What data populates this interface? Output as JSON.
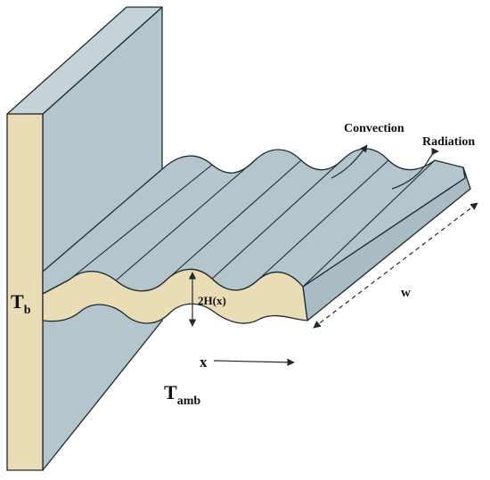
{
  "labels": {
    "base_temperature": {
      "main": "T",
      "subscript": "b"
    },
    "ambient_temperature": {
      "main": "T",
      "subscript": "amb"
    },
    "thickness": "2H(x)",
    "axis_x": "x",
    "width": "w",
    "convection": "Convection",
    "radiation": "Radiation"
  },
  "colors": {
    "steel_face": "#b4c5cc",
    "steel_face_dark": "#a9bcc3",
    "cross_section": "#eadcb5",
    "outline": "#1e2a30",
    "background": "#ffffff"
  }
}
